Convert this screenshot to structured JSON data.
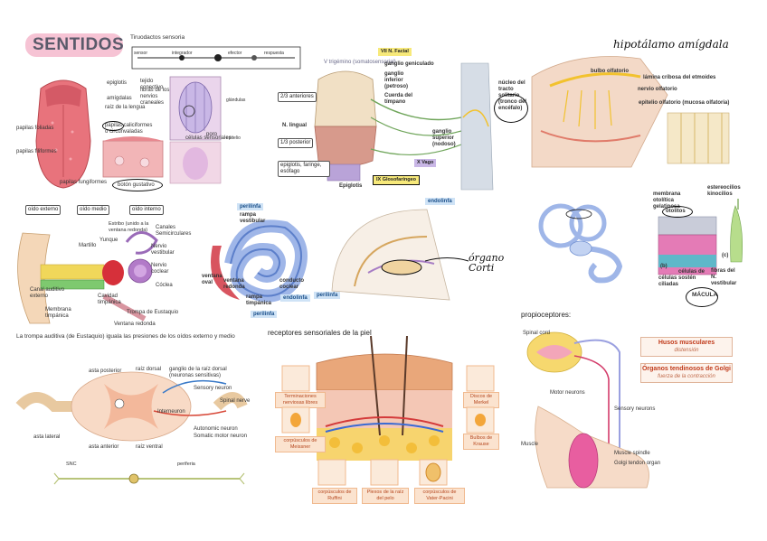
{
  "title": "SENTIDOS",
  "taste": {
    "header_small": "Tiruodactos sensoria",
    "pathway_labels": [
      "sensor",
      "integrador",
      "efector",
      "respuesta"
    ],
    "labels": [
      "epiglotis",
      "amígdalas",
      "raíz de la lengua",
      "papilas foliadas",
      "papilas filiformes",
      "papilas caliciformes o circunvaladas",
      "papilas fungiformes",
      "botón gustativo",
      "tejido conectivo",
      "fibras de los nervios craneales",
      "células sensoriales",
      "poro",
      "glándulas",
      "epitelio"
    ]
  },
  "tongue_nerves": {
    "labels": [
      "VII N. Facial",
      "V trigémino (somatosensorial)",
      "ganglio geniculado",
      "ganglio inferior (petroso)",
      "Cuerda del tímpano",
      "2/3 anteriores",
      "N. lingual",
      "1/3 posterior",
      "epiglotis, faringe, esófago",
      "Epiglotis",
      "ganglio superior (nodoso)",
      "IX Glosofaríngeo",
      "X Vago",
      "núcleo del tracto solitario (tronco del encéfalo)"
    ]
  },
  "smell": {
    "handwritten": "hipotálamo amígdala",
    "labels": [
      "bulbo olfatorio",
      "lámina cribosa del etmoides",
      "nervio olfatorio",
      "epitelio olfatorio (mucosa olfatoria)"
    ]
  },
  "ear": {
    "section_tags": [
      "oído externo",
      "oído medio",
      "oído interno"
    ],
    "labels": [
      "Estribo (unido a la ventana redonda)",
      "Martillo",
      "Yunque",
      "Canales Semicirculares",
      "Nervio vestibular",
      "Nervio coclear",
      "Cóclea",
      "Canal auditivo externo",
      "Membrana timpánica",
      "Cavidad timpánica",
      "Trompa de Eustaquio",
      "Ventana redonda"
    ],
    "caption": "La trompa auditiva (de Eustaquio) iguala las presiones de los oídos externo y medio"
  },
  "cochlea": {
    "tags": [
      "perilinfa",
      "endolinfa",
      "perilinfa",
      "perilinfa",
      "endolinfa"
    ],
    "labels": [
      "rampa vestibular",
      "ventana oval",
      "ventana redonda",
      "rampa timpánica",
      "conducto coclear"
    ],
    "handwritten": "órgano Corti"
  },
  "vestibular": {
    "labels": [
      "membrana otolítica gelatinosa",
      "otolitos",
      "estereocilios",
      "kinocilios",
      "células de sostén",
      "células ciliadas",
      "fibras del N. vestibular",
      "MÁCULA",
      "(b)",
      "(c)"
    ]
  },
  "spinal": {
    "labels": [
      "asta posterior",
      "raíz dorsal",
      "ganglio de la raíz dorsal (neuronas sensitivas)",
      "Sensory neuron",
      "Spinal nerve",
      "Interneuron",
      "Autonomic neuron",
      "Somatic motor neuron",
      "asta lateral",
      "asta anterior",
      "raíz ventral",
      "SNC",
      "periferia"
    ]
  },
  "skin": {
    "heading": "receptores sensoriales de la piel",
    "labels": [
      "Terminaciones nerviosas libres",
      "corpúsculos de Meissner",
      "Discos de Merkel",
      "Bulbos de Krause",
      "corpúsculos de Ruffini",
      "Plexos de la raíz del pelo",
      "corpúsculos de Vater-Pacini"
    ]
  },
  "proprio": {
    "heading": "propioceptores:",
    "labels": [
      "Spinal cord",
      "Motor neurons",
      "Sensory neurons",
      "Muscle",
      "Muscle spindle",
      "Golgi tendon organ"
    ],
    "legend": [
      "Husos musculares",
      "distensión",
      "Órganos tendinosos de Golgi",
      "fuerza de la contracción"
    ]
  },
  "colors": {
    "title_pill": "#f6c3d4",
    "tongue": "#e8737c",
    "nerve_yellow": "#f2c22e",
    "cochlea_blue": "#9fb6e8",
    "skin": "#e9a77a",
    "highlight": "#f7e97a"
  }
}
